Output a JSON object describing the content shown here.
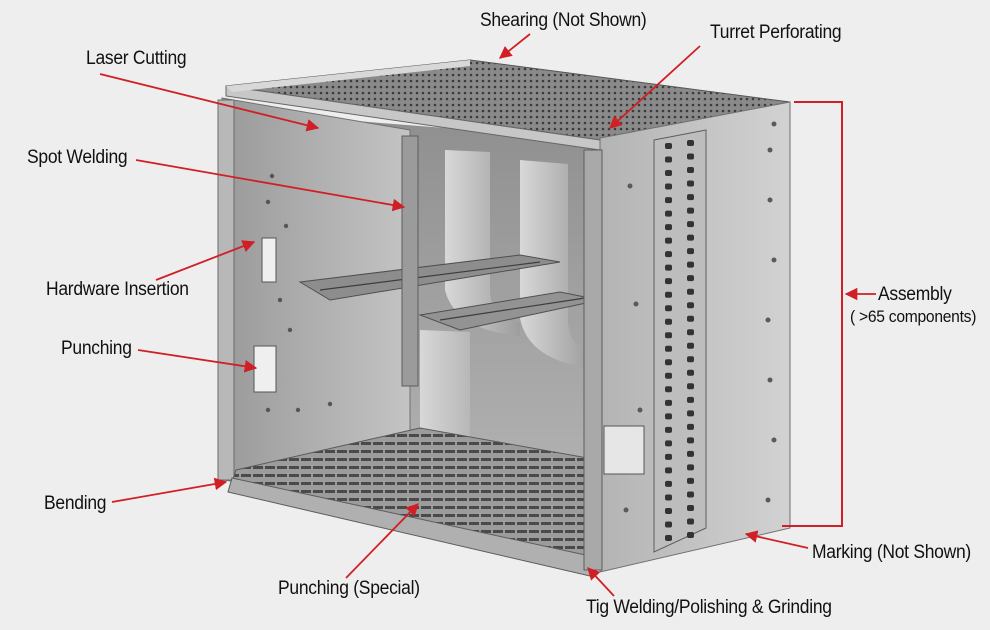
{
  "colors": {
    "background": "#eeeeee",
    "arrow": "#d01f25",
    "metal_light": "#c9c9c9",
    "metal_mid": "#a7a7a7",
    "metal_dark": "#6f6f6f",
    "text": "#111111"
  },
  "labels": {
    "shearing": "Shearing (Not Shown)",
    "turret": "Turret Perforating",
    "laser": "Laser Cutting",
    "spot_welding": "Spot Welding",
    "hardware": "Hardware Insertion",
    "punching": "Punching",
    "assembly": "Assembly",
    "assembly_sub": "( >65 components)",
    "bending": "Bending",
    "marking": "Marking (Not Shown)",
    "punching_special": "Punching (Special)",
    "tig": "Tig Welding/Polishing & Grinding"
  }
}
